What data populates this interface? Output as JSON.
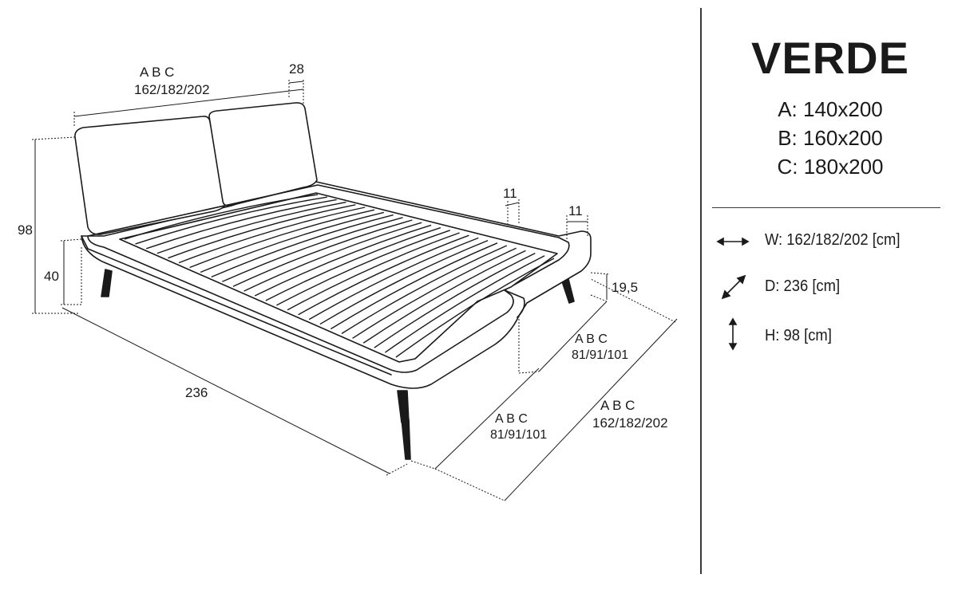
{
  "product": {
    "name": "VERDE",
    "sizes": [
      "A: 140x200",
      "B: 160x200",
      "C: 180x200"
    ]
  },
  "specs": [
    {
      "icon": "width-arrow-icon",
      "text": "W: 162/182/202 [cm]"
    },
    {
      "icon": "depth-arrow-icon",
      "text": "D: 236 [cm]"
    },
    {
      "icon": "height-arrow-icon",
      "text": "H: 98 [cm]"
    }
  ],
  "dimensions": {
    "top_abc": "A   B   C",
    "top_width": "162/182/202",
    "headboard_depth": "28",
    "side_panel_left": "11",
    "side_panel_right": "11",
    "height_total": "98",
    "height_frame": "40",
    "side_height": "19,5",
    "length": "236",
    "half_abc_right": "A   B   C",
    "half_width_right": "81/91/101",
    "half_abc_front": "A   B   C",
    "half_width_front": "81/91/101",
    "full_abc_front": "A    B    C",
    "full_width_front": "162/182/202"
  },
  "colors": {
    "line": "#1a1a1a",
    "fill": "#ffffff"
  }
}
